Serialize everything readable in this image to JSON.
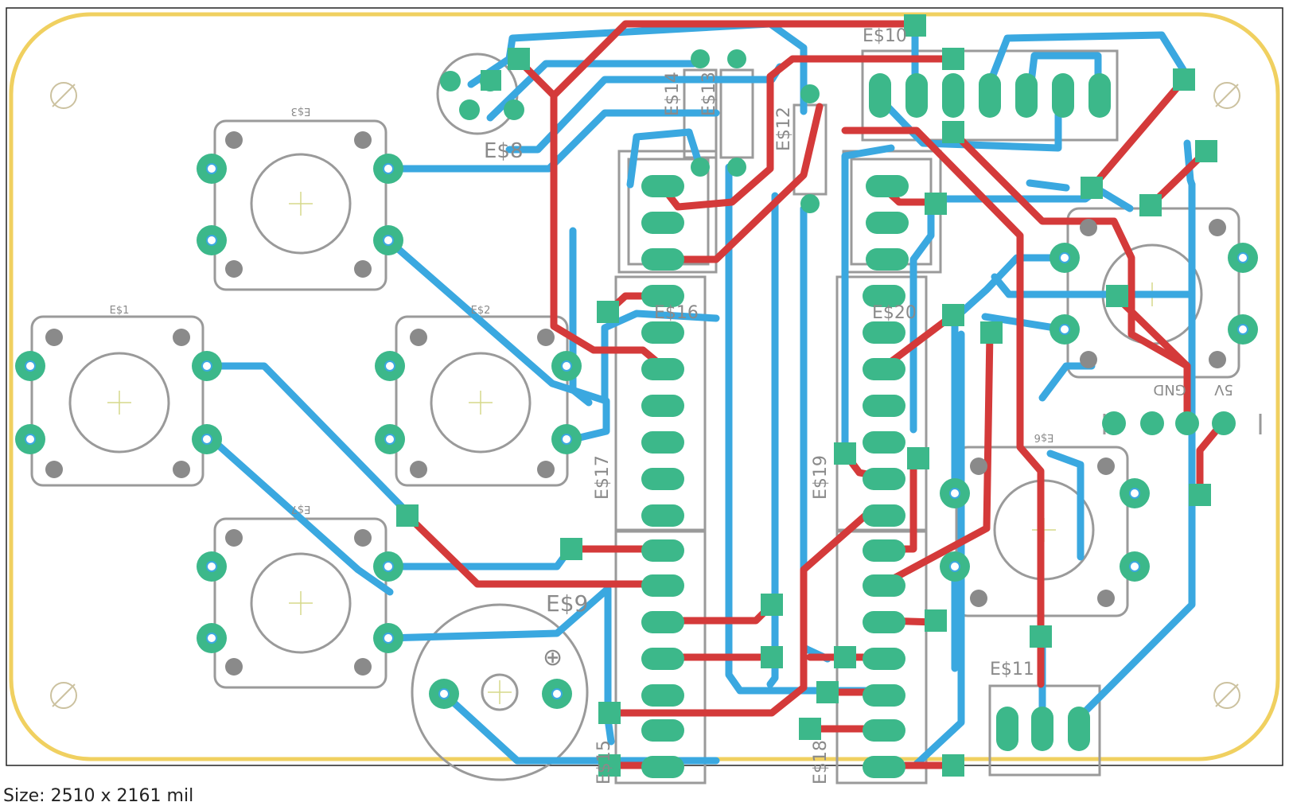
{
  "colors": {
    "outline": "#f0d060",
    "top_copper": "#d43a3a",
    "bottom_copper": "#3aa8e0",
    "pad": "#3cb88a",
    "silk": "#9a9a9a",
    "drill": "#ffffff"
  },
  "labels": {
    "es1": "E$1",
    "es2": "E$2",
    "es3": "E$3",
    "es6": "E$6",
    "es7": "E$7",
    "es8": "E$8",
    "es9": "E$9",
    "es10": "E$10",
    "es11": "E$11",
    "es12": "E$12",
    "es13": "E$13",
    "es14": "E$14",
    "es15": "E$15",
    "es16": "E$16",
    "es17": "E$17",
    "es18": "E$18",
    "es19": "E$19",
    "es20": "E$20",
    "gnd": "GND",
    "v5": "5V",
    "plus": "⊕"
  },
  "footer": "Size: 2510 x 2161 mil"
}
